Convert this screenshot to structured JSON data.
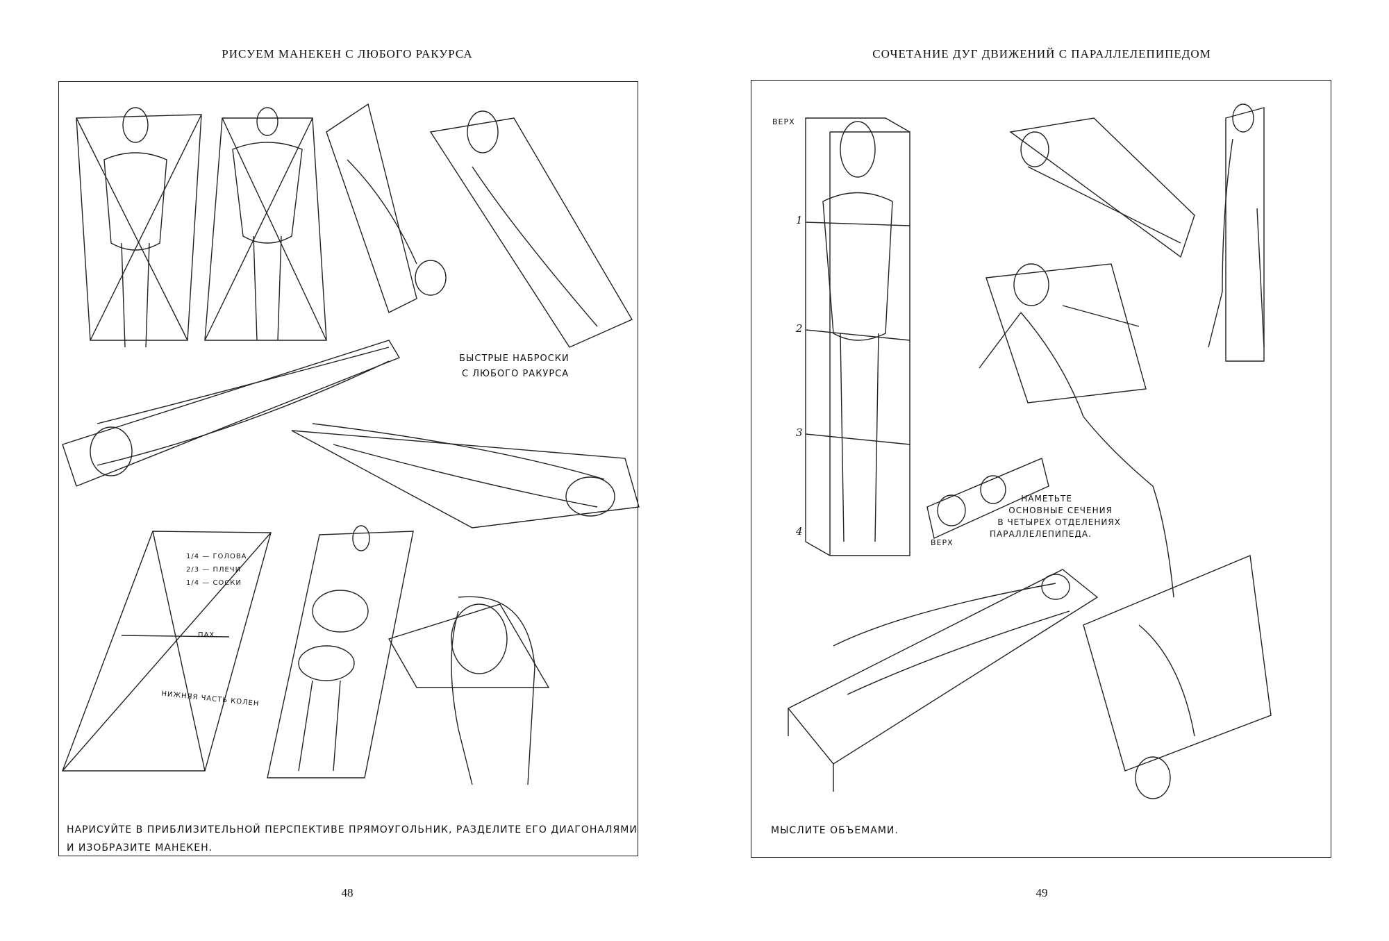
{
  "left_page": {
    "header": "Рисуем манекен с любого ракурса",
    "page_number": "48",
    "annotation": [
      "быстрые наброски",
      "с любого ракурса"
    ],
    "diagram_labels": {
      "frac1": "1/4",
      "head": "голова",
      "frac2": "2/3",
      "shoulders": "плечи",
      "frac3": "1/4",
      "nipples": "соски",
      "groin": "пах",
      "knees": "нижняя часть колен"
    },
    "caption": [
      "нарисуйте в приблизительной перспективе прямоугольник, разделите его диагоналями",
      "и изобразите манекен."
    ]
  },
  "right_page": {
    "header": "Сочетание дуг движений с параллелепипедом",
    "page_number": "49",
    "top_label": "верх",
    "divisions": [
      "1",
      "2",
      "3",
      "4"
    ],
    "box_top_label": "верх",
    "annotation": [
      "наметьте",
      "основные сечения",
      "в четырех отделениях",
      "параллелепипеда."
    ],
    "caption": "мыслите объемами."
  }
}
